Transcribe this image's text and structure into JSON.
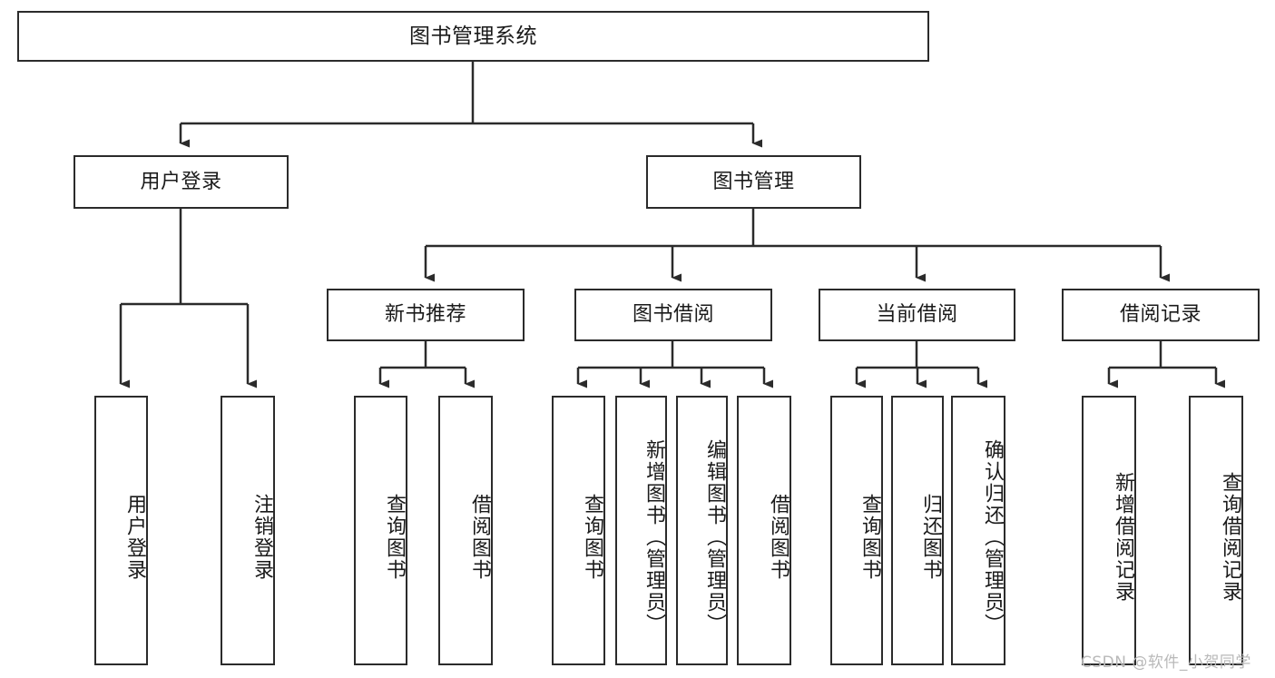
{
  "diagram": {
    "type": "tree-hierarchy-diagram",
    "title": "图书管理系统",
    "background_color": "#ffffff",
    "line_color": "#2b2b2b",
    "text_color": "#1a1a1a",
    "levels": {
      "level1": [
        "图书管理系统"
      ],
      "level2": [
        "用户登录",
        "图书管理"
      ],
      "level3": [
        "新书推荐",
        "图书借阅",
        "当前借阅",
        "借阅记录"
      ],
      "level4": [
        "用户登录",
        "注销登录",
        "查询图书",
        "借阅图书",
        "查询图书",
        "新增图书（管理员）",
        "编辑图书（管理员）",
        "借阅图书",
        "查询图书",
        "归还图书",
        "确认归还（管理员）",
        "新增借阅记录",
        "查询借阅记录"
      ]
    }
  },
  "nodes": {
    "root": {
      "label": "图书管理系统"
    },
    "user_login": {
      "label": "用户登录"
    },
    "book_manage": {
      "label": "图书管理"
    },
    "new_book_rec": {
      "label": "新书推荐"
    },
    "book_borrow": {
      "label": "图书借阅"
    },
    "current_borrow": {
      "label": "当前借阅"
    },
    "borrow_record": {
      "label": "借阅记录"
    },
    "leaf_user_login": {
      "label": "用户登录"
    },
    "leaf_logout": {
      "label": "注销登录"
    },
    "leaf_query_book_1": {
      "label": "查询图书"
    },
    "leaf_borrow_book_1": {
      "label": "借阅图书"
    },
    "leaf_query_book_2": {
      "label": "查询图书"
    },
    "leaf_add_book": {
      "label": "新增图书（管理员）"
    },
    "leaf_edit_book": {
      "label": "编辑图书（管理员）"
    },
    "leaf_borrow_book_2": {
      "label": "借阅图书"
    },
    "leaf_query_book_3": {
      "label": "查询图书"
    },
    "leaf_return_book": {
      "label": "归还图书"
    },
    "leaf_confirm_return": {
      "label": "确认归还（管理员）"
    },
    "leaf_add_record": {
      "label": "新增借阅记录"
    },
    "leaf_query_record": {
      "label": "查询借阅记录"
    }
  },
  "watermark": {
    "text": "CSDN @软件_小贺同学"
  }
}
